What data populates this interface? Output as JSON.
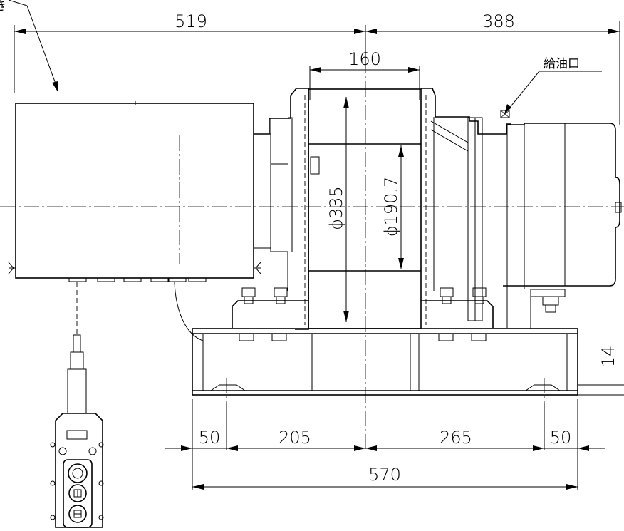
{
  "drawing": {
    "dims": {
      "d519": "519",
      "d388": "388",
      "d160": "160",
      "d335": "ϕ335",
      "d190": "ϕ190.7",
      "d14": "14",
      "d50_left": "50",
      "d205": "205",
      "d265": "265",
      "d50_right": "50",
      "d570": "570"
    },
    "labels": {
      "oil_port": "給油口",
      "top_left_fragment": "き"
    }
  }
}
